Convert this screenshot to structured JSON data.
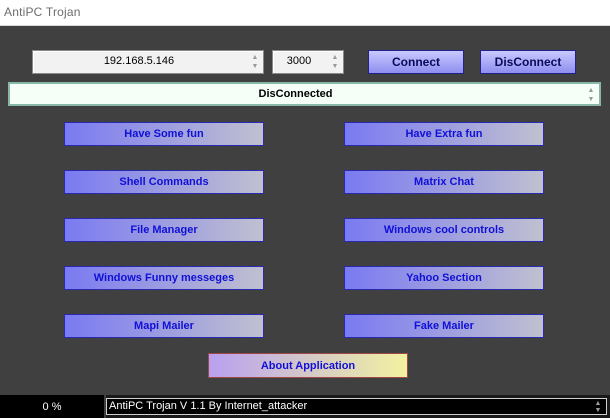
{
  "window": {
    "title": "AntiPC Trojan"
  },
  "connection": {
    "ip": "192.168.5.146",
    "port": "3000",
    "connect_label": "Connect",
    "disconnect_label": "DisConnect",
    "status": "DisConnected"
  },
  "features": [
    "Have Some fun",
    "Have Extra fun",
    "Shell Commands",
    "Matrix Chat",
    "File Manager",
    "Windows cool controls",
    "Windows Funny messeges",
    "Yahoo Section",
    "Mapi Mailer",
    "Fake Mailer"
  ],
  "about_label": "About Application",
  "footer": {
    "progress": "0 %",
    "status_text": "AntiPC Trojan V 1.1 By Internet_attacker"
  }
}
